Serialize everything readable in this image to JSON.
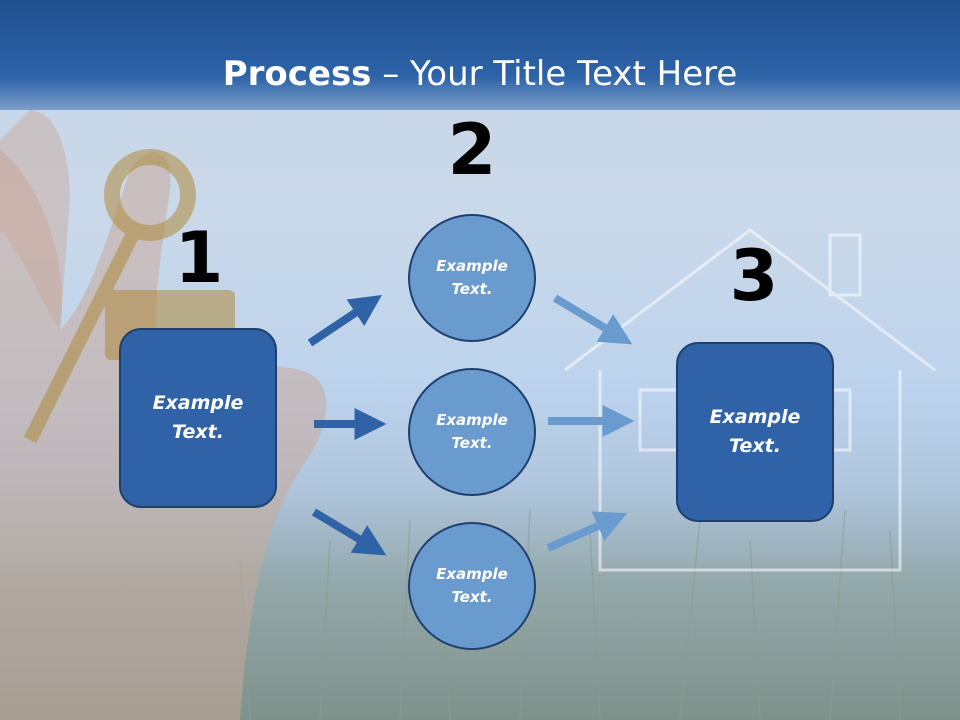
{
  "title": {
    "bold": "Process",
    "rest": " – Your Title Text Here"
  },
  "steps": {
    "one": {
      "number": "1",
      "text": "Example\nText."
    },
    "two": {
      "number": "2",
      "items": [
        "Example\nText.",
        "Example\nText.",
        "Example\nText."
      ]
    },
    "three": {
      "number": "3",
      "text": "Example\nText."
    }
  },
  "colors": {
    "box_fill": "#2f62a6",
    "circle_fill": "#6a9bcf",
    "arrow_dark": "#2f62a6",
    "arrow_light": "#6a9bcf",
    "title_bar": "#2e63a8"
  }
}
